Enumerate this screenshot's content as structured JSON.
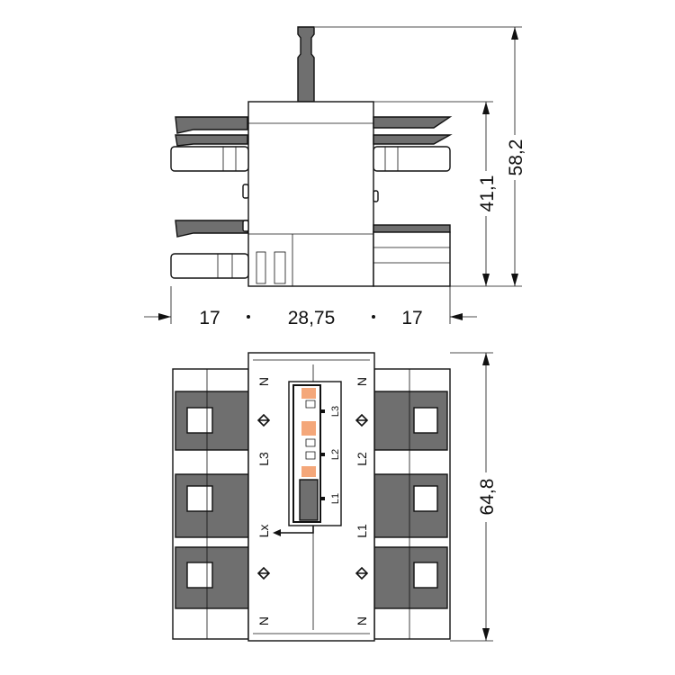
{
  "dimensions": {
    "left_width": "17",
    "center_width": "28,75",
    "right_width": "17",
    "body_height": "41,1",
    "total_height": "58,2",
    "depth": "64,8"
  },
  "top_view_labels": {
    "left": [
      "N",
      "L3",
      "Lx",
      "N"
    ],
    "right": [
      "N",
      "L2",
      "L1",
      "N"
    ],
    "switch": [
      "L3",
      "L2",
      "L1"
    ]
  },
  "colors": {
    "housing_grey": "#6f6f6f",
    "switch_accent": "#f4a77a",
    "line": "#111111"
  }
}
